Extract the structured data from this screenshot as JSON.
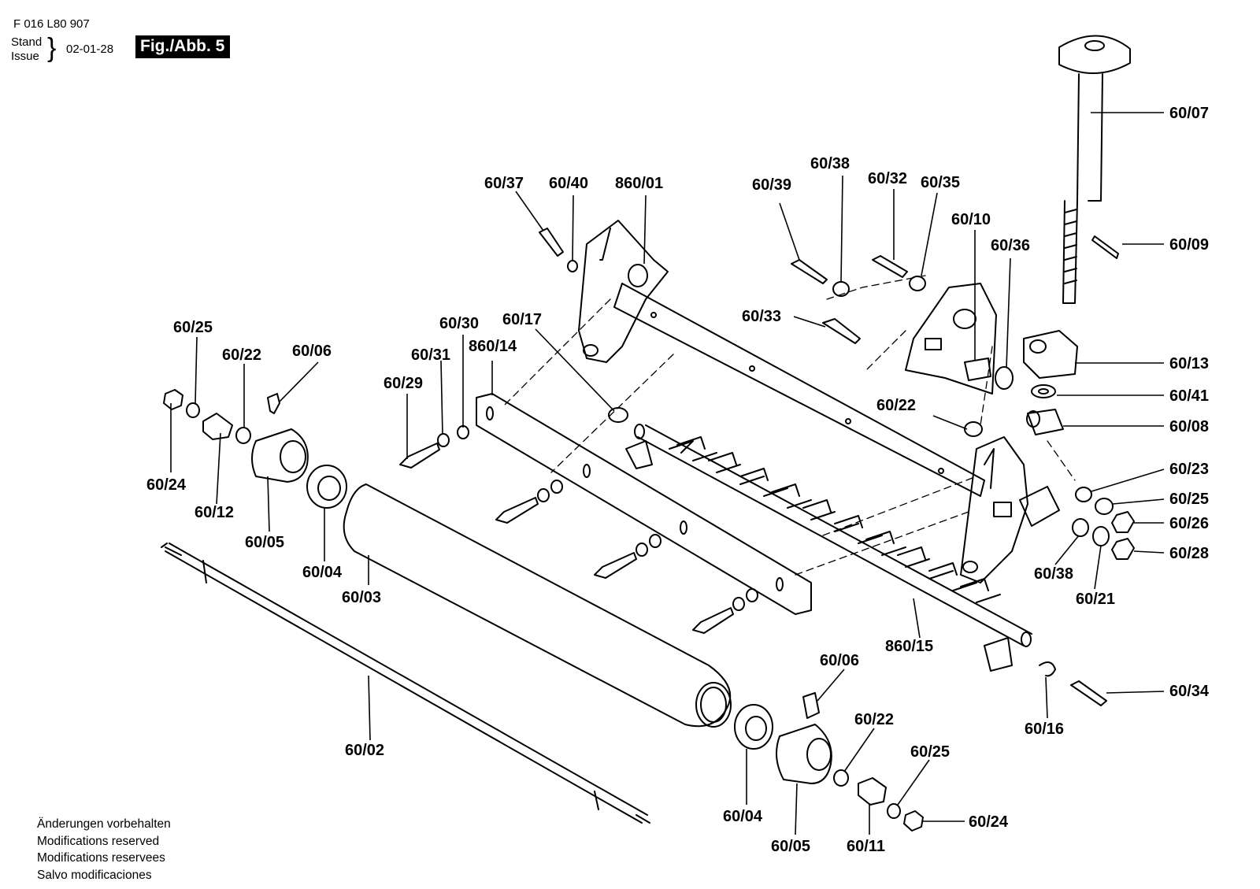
{
  "header": {
    "doc_number": "F 016 L80 907",
    "stand_label": "Stand",
    "issue_label": "Issue",
    "brace": "}",
    "date": "02-01-28",
    "figure": "Fig./Abb. 5"
  },
  "notes": [
    "Änderungen vorbehalten",
    "Modifications reserved",
    "Modifications reservees",
    "Salvo modificaciones"
  ],
  "parts": {
    "p_60_07": "60/07",
    "p_60_09": "60/09",
    "p_60_13": "60/13",
    "p_60_41": "60/41",
    "p_60_08": "60/08",
    "p_60_23": "60/23",
    "p_60_25": "60/25",
    "p_60_26": "60/26",
    "p_60_28": "60/28",
    "p_60_38": "60/38",
    "p_60_21": "60/21",
    "p_60_34": "60/34",
    "p_60_16": "60/16",
    "p_860_15": "860/15",
    "p_60_22": "60/22",
    "p_60_36": "60/36",
    "p_60_10": "60/10",
    "p_60_35": "60/35",
    "p_60_32": "60/32",
    "p_60_39": "60/39",
    "p_60_33": "60/33",
    "p_60_37": "60/37",
    "p_60_40": "60/40",
    "p_860_01": "860/01",
    "p_60_30": "60/30",
    "p_60_17": "60/17",
    "p_60_31": "60/31",
    "p_860_14": "860/14",
    "p_60_29": "60/29",
    "p_60_06": "60/06",
    "p_60_24": "60/24",
    "p_60_12": "60/12",
    "p_60_05": "60/05",
    "p_60_04": "60/04",
    "p_60_03": "60/03",
    "p_60_02": "60/02",
    "p_60_11": "60/11"
  }
}
